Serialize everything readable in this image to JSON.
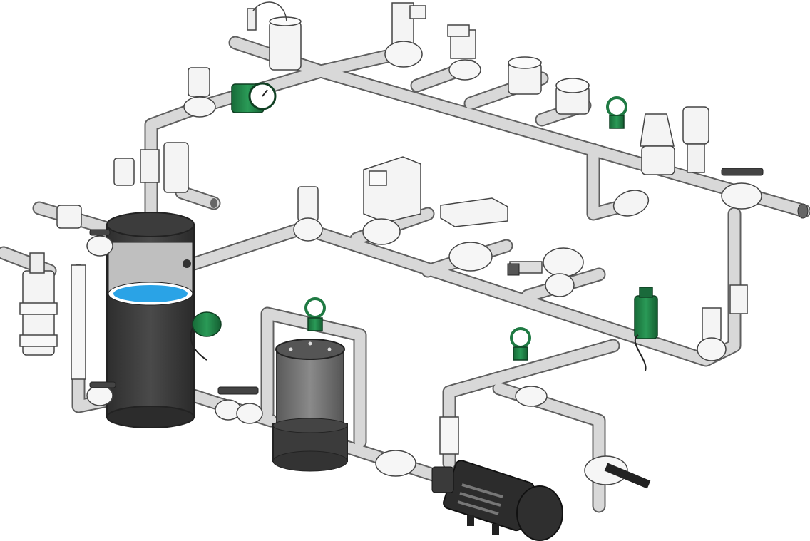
{
  "diagram": {
    "subject": "",
    "colors": {
      "pipe_fill": "#d6d6d6",
      "pipe_edge": "#666666",
      "fitting_fill": "#f4f4f4",
      "dark_tank": "#3a3a3a",
      "filter_body": "#777777",
      "water": "#2aa3e6",
      "green_component": "#1f7a43",
      "gauge_green": "#238a4f",
      "background": "#ffffff"
    },
    "components": {
      "gauges": [
        "pressure-gauge-top",
        "pressure-gauge-right",
        "pressure-gauge-filter",
        "pressure-gauge-lower"
      ],
      "valves": [
        "ball-valve-top-right",
        "ball-valve-tank-bottom",
        "ball-valve-tank-top"
      ],
      "tanks": [
        "main-reservoir-tank",
        "filter-housing"
      ],
      "pumps": [
        "circulation-pump"
      ],
      "sensors": [
        "green-level-sensor",
        "green-pressure-switch",
        "thermostat-probe"
      ]
    }
  }
}
